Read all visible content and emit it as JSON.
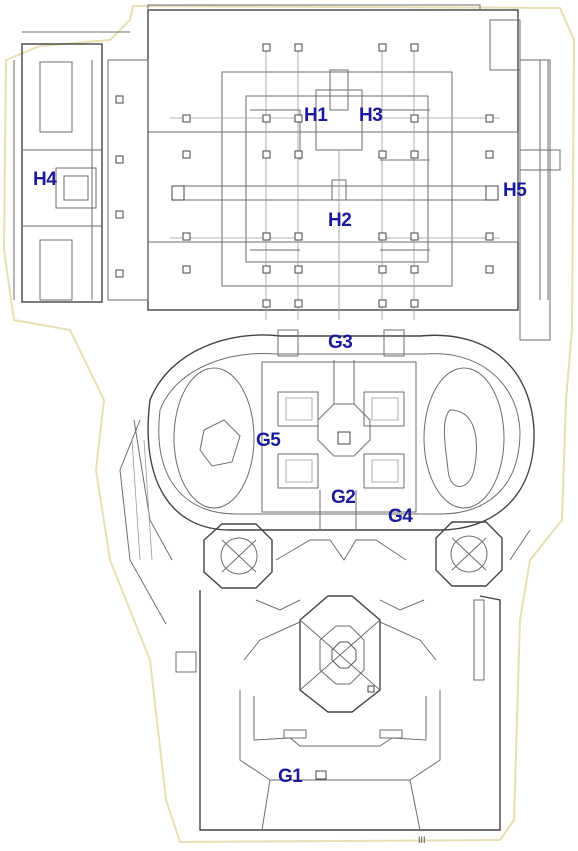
{
  "colors": {
    "label": "#1b1b9a",
    "wall": "#555555",
    "outline": "#e7dfb4",
    "background": "#ffffff"
  },
  "labels": [
    {
      "id": "h1",
      "text": "H1"
    },
    {
      "id": "h2",
      "text": "H2"
    },
    {
      "id": "h3",
      "text": "H3"
    },
    {
      "id": "h4",
      "text": "H4"
    },
    {
      "id": "h5",
      "text": "H5"
    },
    {
      "id": "g1",
      "text": "G1"
    },
    {
      "id": "g2",
      "text": "G2"
    },
    {
      "id": "g3",
      "text": "G3"
    },
    {
      "id": "g4",
      "text": "G4"
    },
    {
      "id": "g5",
      "text": "G5"
    }
  ],
  "scale_mark": "III"
}
